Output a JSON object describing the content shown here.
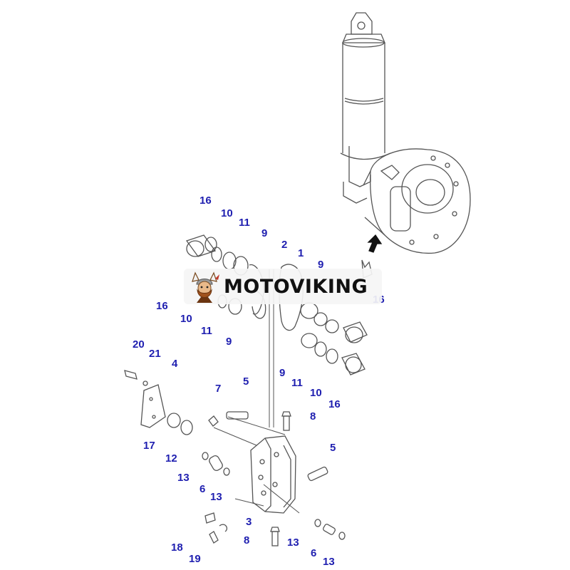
{
  "brand": {
    "name": "MOTOVIKING"
  },
  "colors": {
    "callout": "#1f1fb0",
    "line": "#555555",
    "fill": "#ffffff"
  },
  "callouts": [
    "16",
    "10",
    "11",
    "9",
    "2",
    "1",
    "9",
    "16",
    "10",
    "11",
    "9",
    "16",
    "9",
    "11",
    "10",
    "16",
    "20",
    "21",
    "4",
    "7",
    "5",
    "8",
    "17",
    "12",
    "13",
    "6",
    "13",
    "5",
    "3",
    "18",
    "8",
    "13",
    "6",
    "13",
    "19"
  ]
}
